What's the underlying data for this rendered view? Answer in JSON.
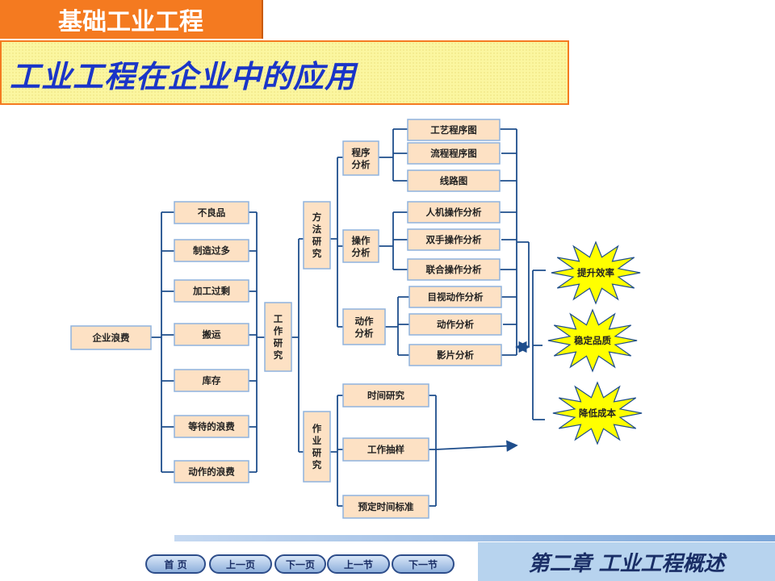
{
  "header": {
    "course_title": "基础工业工程"
  },
  "slide": {
    "title": "工业工程在企业中的应用"
  },
  "diagram": {
    "root": "企业浪费",
    "wastes": [
      "不良品",
      "制造过多",
      "加工过剩",
      "搬运",
      "库存",
      "等待的浪费",
      "动作的浪费"
    ],
    "center": "工作研究",
    "method_study": "方法研究",
    "work_measurement": "作业研究",
    "process_analysis": "程序分析",
    "operation_analysis": "操作分析",
    "motion_analysis": "动作分析",
    "process_items": [
      "工艺程序图",
      "流程程序图",
      "线路图"
    ],
    "operation_items": [
      "人机操作分析",
      "双手操作分析",
      "联合操作分析"
    ],
    "motion_items": [
      "目视动作分析",
      "动作分析",
      "影片分析"
    ],
    "measurement_items": [
      "时间研究",
      "工作抽样",
      "预定时间标准"
    ],
    "results": [
      "提升效率",
      "稳定品质",
      "降低成本"
    ]
  },
  "nav": {
    "home": "首 页",
    "prev_page": "上一页",
    "next_page": "下一页",
    "prev_section": "上一节",
    "next_section": "下一节"
  },
  "footer": {
    "chapter": "第二章 工业工程概述"
  },
  "colors": {
    "accent": "#f47a20",
    "title": "#1a35c8",
    "box_fill": "#fde1c4",
    "line": "#1f4e8c",
    "star": "#ffff00"
  }
}
